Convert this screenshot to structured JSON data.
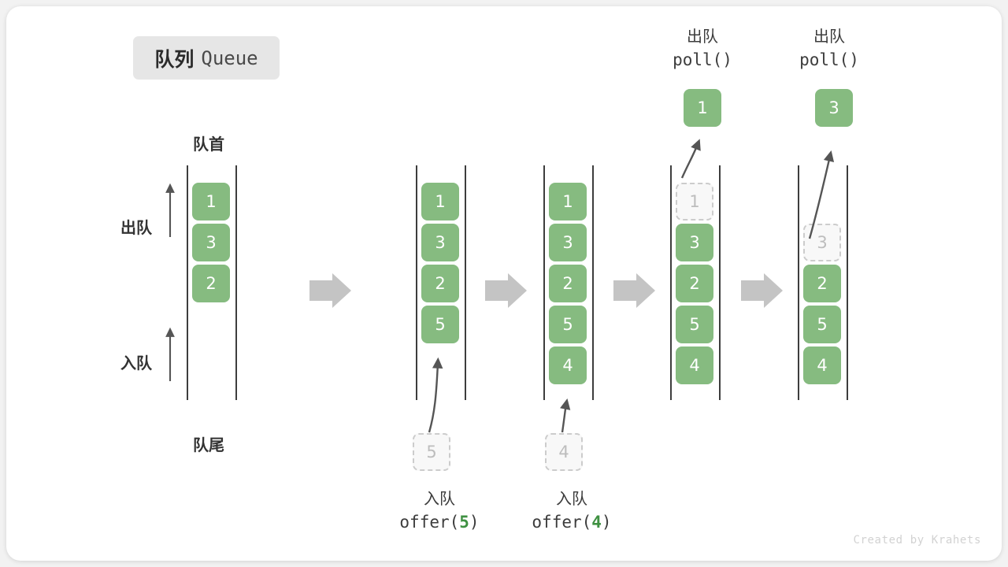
{
  "title": {
    "cn": "队列",
    "en": "Queue"
  },
  "labels": {
    "front": "队首",
    "rear": "队尾",
    "dequeue_side": "出队",
    "enqueue_side": "入队"
  },
  "colors": {
    "box_green": "#86bb80",
    "ghost_border": "#cccccc",
    "ghost_fill": "#f8f8f8",
    "rail": "#3d3d3d",
    "arrow_gray": "#c4c4c4",
    "badge_bg": "#e6e6e6",
    "arg_green": "#3f9142"
  },
  "columns": [
    {
      "name": "initial",
      "items": [
        "1",
        "3",
        "2"
      ]
    },
    {
      "name": "after-offer-5",
      "items": [
        "1",
        "3",
        "2",
        "5"
      ]
    },
    {
      "name": "after-offer-4",
      "items": [
        "1",
        "3",
        "2",
        "5",
        "4"
      ]
    },
    {
      "name": "after-poll-1",
      "items": [
        "1",
        "3",
        "2",
        "5",
        "4"
      ],
      "ghost_index": 0
    },
    {
      "name": "after-poll-3",
      "items": [
        "3",
        "2",
        "5",
        "4"
      ],
      "ghost_index": 0
    }
  ],
  "operations": {
    "offer_5": {
      "cn": "入队",
      "fn": "offer(",
      "arg": "5",
      "close": ")"
    },
    "offer_4": {
      "cn": "入队",
      "fn": "offer(",
      "arg": "4",
      "close": ")"
    },
    "poll_1": {
      "cn": "出队",
      "fn": "poll()"
    },
    "poll_2": {
      "cn": "出队",
      "fn": "poll()"
    }
  },
  "ghost_inputs": {
    "five": "5",
    "four": "4"
  },
  "popped": {
    "first": "1",
    "second": "3"
  },
  "footer": "Created by Krahets"
}
